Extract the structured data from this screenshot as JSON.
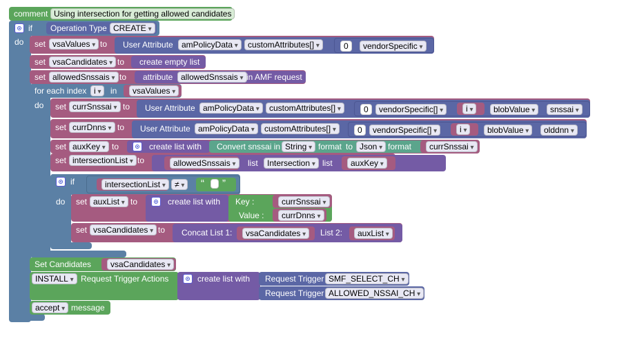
{
  "comment_block": {
    "label": "comment",
    "text": "Using intersection for getting allowed candidates"
  },
  "if_block": {
    "if_label": "if",
    "do_label": "do",
    "condition_label": "Operation Type",
    "condition_value": "CREATE"
  },
  "set_vsaValues": {
    "set": "set",
    "var": "vsaValues",
    "to": "to",
    "source": "User Attribute",
    "policy": "amPolicyData",
    "attrs": "customAttributes[]",
    "index": "0",
    "vendor": "vendorSpecific"
  },
  "set_vsaCandidates": {
    "set": "set",
    "var": "vsaCandidates",
    "to": "to",
    "value": "create empty list"
  },
  "set_allowedSnssais": {
    "set": "set",
    "var": "allowedSnssais",
    "to": "to",
    "prefix": "attribute",
    "attr": "allowedSnssais",
    "suffix": "in AMF request"
  },
  "for_each": {
    "label": "for each index",
    "var": "i",
    "in": "in",
    "list": "vsaValues",
    "do": "do"
  },
  "set_currSnssai": {
    "set": "set",
    "var": "currSnssai",
    "to": "to",
    "source": "User Attribute",
    "policy": "amPolicyData",
    "attrs": "customAttributes[]",
    "index": "0",
    "vendor": "vendorSpecific[]",
    "i": "i",
    "blob": "blobValue",
    "key": "snssai"
  },
  "set_currDnns": {
    "set": "set",
    "var": "currDnns",
    "to": "to",
    "source": "User Attribute",
    "policy": "amPolicyData",
    "attrs": "customAttributes[]",
    "index": "0",
    "vendor": "vendorSpecific[]",
    "i": "i",
    "blob": "blobValue",
    "key": "olddnn"
  },
  "set_auxKey": {
    "set": "set",
    "var": "auxKey",
    "to": "to",
    "create": "create list with",
    "convert": "Convert snssai in",
    "from": "String",
    "format": "format",
    "to2": "to",
    "target": "Json",
    "format2": "format",
    "item": "currSnssai"
  },
  "set_intersection": {
    "set": "set",
    "var": "intersectionList",
    "to": "to",
    "list1": "allowedSnssais",
    "list_label": "list",
    "op": "Intersection",
    "list_label2": "list",
    "list2": "auxKey"
  },
  "inner_if": {
    "if": "if",
    "do": "do",
    "var": "intersectionList",
    "op": "≠",
    "open_q": "“",
    "close_q": "”"
  },
  "set_auxList": {
    "set": "set",
    "var": "auxList",
    "to": "to",
    "create": "create list with",
    "key_label": "Key :",
    "key_val": "currSnssai",
    "value_label": "Value :",
    "value_val": "currDnns"
  },
  "set_vsaCandidates2": {
    "set": "set",
    "var": "vsaCandidates",
    "to": "to",
    "concat": "Concat List 1:",
    "list1": "vsaCandidates",
    "list2_label": "List 2:",
    "list2": "auxList"
  },
  "set_candidates": {
    "label": "Set Candidates",
    "var": "vsaCandidates"
  },
  "install": {
    "action": "INSTALL",
    "label": "Request Trigger Actions",
    "create": "create list with",
    "trigger1_label": "Request Trigger",
    "trigger1": "SMF_SELECT_CH",
    "trigger2_label": "Request Trigger",
    "trigger2": "ALLOWED_NSSAI_CH"
  },
  "accept": {
    "action": "accept",
    "label": "message"
  },
  "colors": {
    "comment": "#5ba55b",
    "control": "#5b80a5",
    "variable": "#a55b80",
    "list": "#745ba5",
    "loop": "#5ba5a5",
    "text": "#5ba58c",
    "attribute": "#5b67a5"
  }
}
